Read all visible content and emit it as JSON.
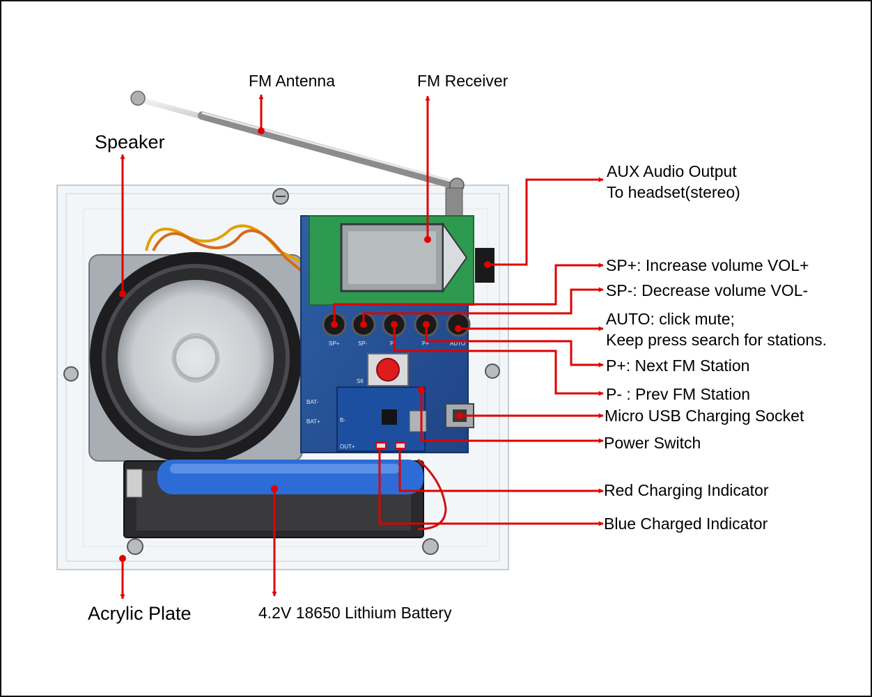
{
  "accent_color": "#e10000",
  "labels": {
    "fm_antenna": "FM Antenna",
    "fm_receiver": "FM Receiver",
    "speaker": "Speaker",
    "aux_line1": "AUX Audio Output",
    "aux_line2": "To headset(stereo)",
    "sp_plus": "SP+: Increase volume VOL+",
    "sp_minus": "SP-: Decrease volume VOL-",
    "auto_line1": "AUTO: click mute;",
    "auto_line2": "Keep press search for stations.",
    "p_plus": "P+: Next FM Station",
    "p_minus": "P- : Prev FM Station",
    "micro_usb": "Micro USB Charging Socket",
    "power_switch": "Power Switch",
    "red_indicator": "Red Charging Indicator",
    "blue_indicator": "Blue Charged Indicator",
    "acrylic_plate": "Acrylic Plate",
    "battery": "4.2V 18650 Lithium Battery"
  },
  "button_labels": [
    "SP+",
    "SP-",
    "P-",
    "P+",
    "AUTO"
  ],
  "switch_label": "S6",
  "pcb_labels": {
    "bat_minus": "BAT-",
    "bat_plus": "BAT+",
    "out_plus": "OUT+",
    "b_minus": "B-"
  }
}
